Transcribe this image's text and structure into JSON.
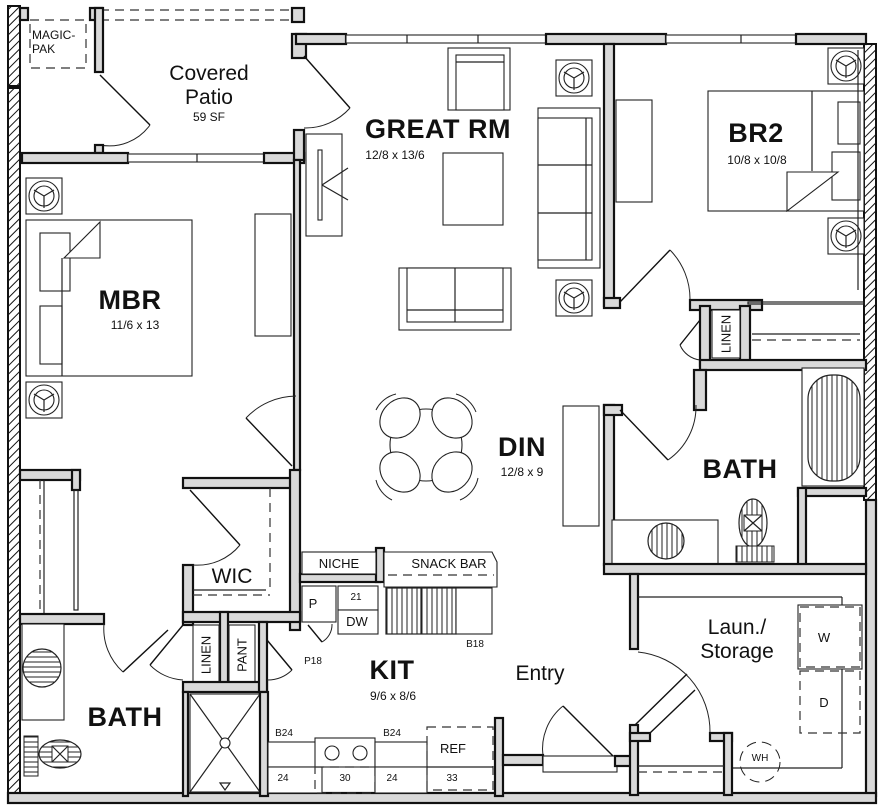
{
  "plan": {
    "rooms": {
      "covered_patio": {
        "name_line1": "Covered",
        "name_line2": "Patio",
        "area": "59 SF"
      },
      "magic_pak": {
        "line1": "MAGIC-",
        "line2": "PAK"
      },
      "great_room": {
        "name": "GREAT RM",
        "dims": "12/8 x 13/6"
      },
      "br2": {
        "name": "BR2",
        "dims": "10/8 x 10/8"
      },
      "mbr": {
        "name": "MBR",
        "dims": "11/6 x 13"
      },
      "din": {
        "name": "DIN",
        "dims": "12/8 x 9"
      },
      "bath2": {
        "name": "BATH"
      },
      "bath_master": {
        "name": "BATH"
      },
      "wic": {
        "name": "WIC"
      },
      "kit": {
        "name": "KIT",
        "dims": "9/6 x 8/6"
      },
      "entry": {
        "name": "Entry"
      },
      "laundry": {
        "name_line1": "Laun./",
        "name_line2": "Storage"
      }
    },
    "closets": {
      "linen_br2": "LINEN",
      "linen_master": "LINEN",
      "pantry": "PANT"
    },
    "kitchen_labels": {
      "niche": "NICHE",
      "snack_bar": "SNACK BAR",
      "pantry_p": "P",
      "cab_21": "21",
      "dishwasher": "DW",
      "b18": "B18",
      "p18": "P18",
      "b24_left": "B24",
      "b24_right": "B24",
      "refrigerator": "REF",
      "cab_24_left": "24",
      "range_30": "30",
      "cab_24_right": "24",
      "cab_33": "33"
    },
    "laundry_labels": {
      "washer": "W",
      "dryer": "D",
      "water_heater": "WH"
    }
  }
}
